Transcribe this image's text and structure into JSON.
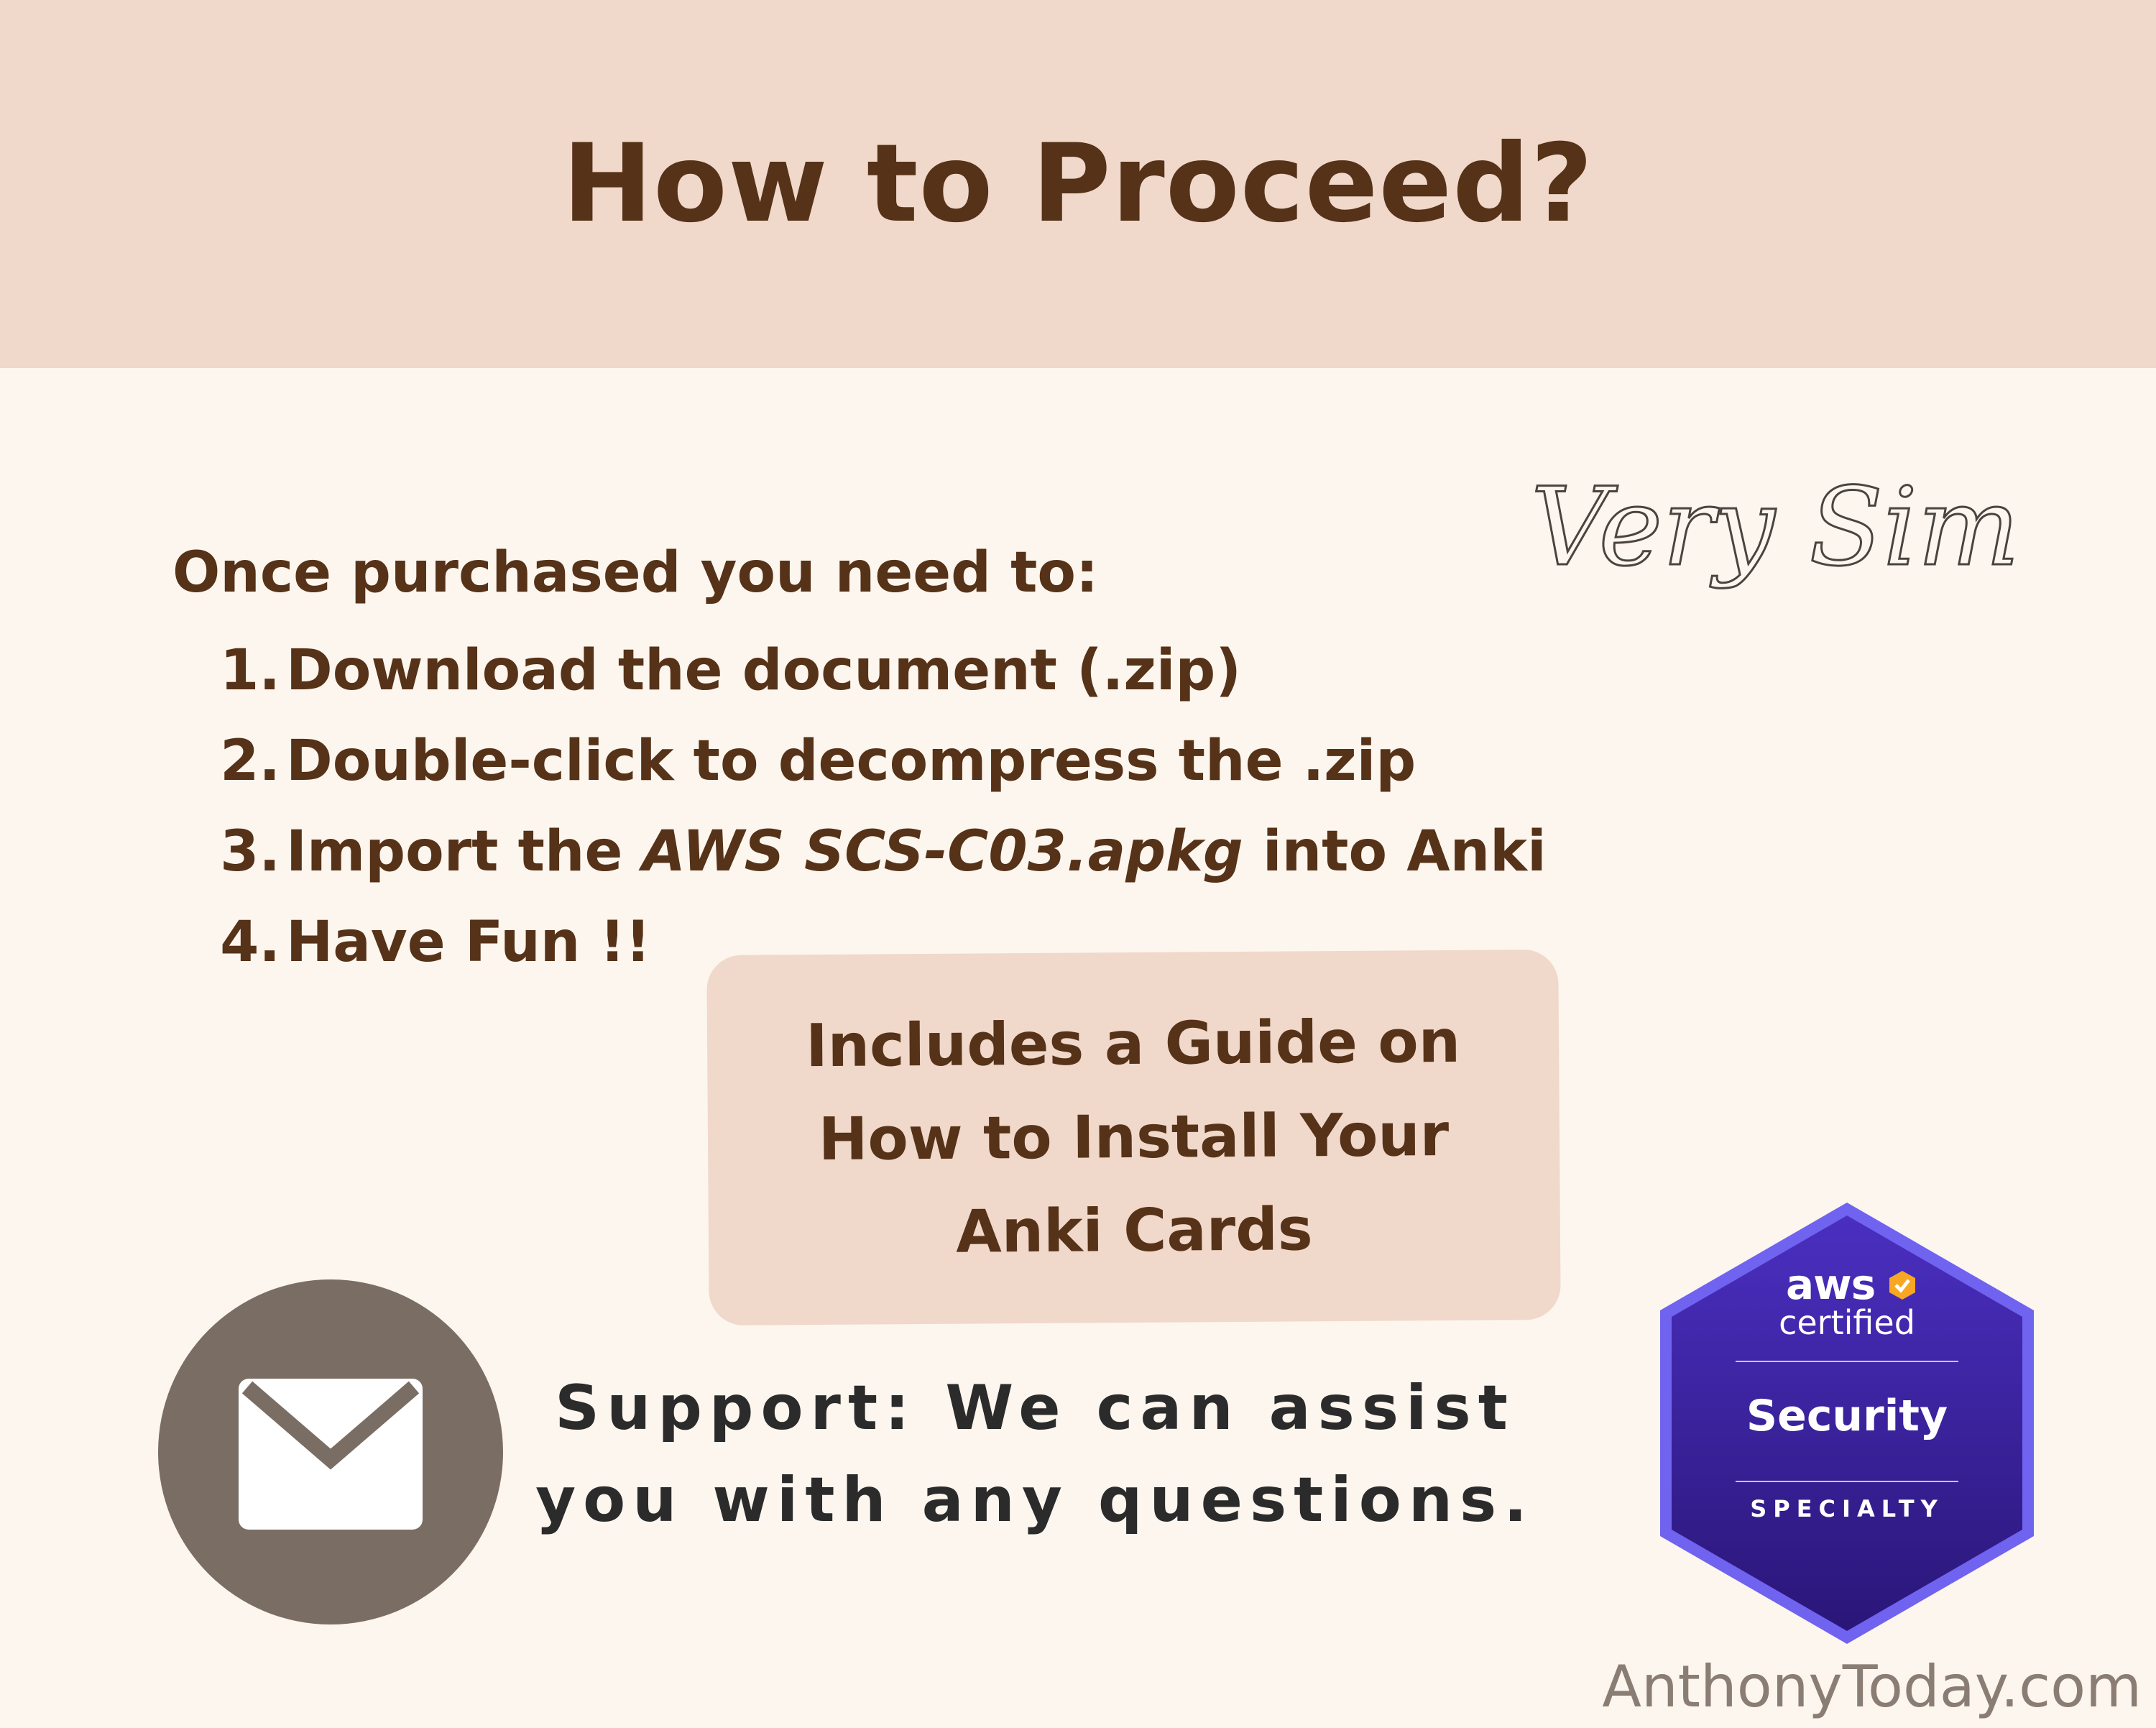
{
  "header": {
    "title": "How to Proceed?"
  },
  "script_note": "Very Simple",
  "intro": "Once purchased you need to:",
  "steps": [
    {
      "num": "1.",
      "text": "Download the document (.zip)"
    },
    {
      "num": "2.",
      "text": "Double-click to decompress the .zip"
    },
    {
      "num": "3.",
      "text_before": "Import the ",
      "text_italic": "AWS SCS-C03.apkg",
      "text_after": " into Anki"
    },
    {
      "num": "4.",
      "text": "Have Fun !!"
    }
  ],
  "guide": {
    "line1": "Includes a Guide on",
    "line2": "How to Install Your",
    "line3": "Anki Cards"
  },
  "support": {
    "line1": "Support: We can assist",
    "line2": "you with any questions."
  },
  "badge": {
    "brand": "aws",
    "certified": "certified",
    "name": "Security",
    "level": "SPECIALTY"
  },
  "footer": {
    "site": "AnthonyToday.com"
  },
  "colors": {
    "header_band": "#f0d8ca",
    "background": "#fcf6ee",
    "text_brown": "#553218",
    "mail_icon_bg": "#7a6e64",
    "badge_purple": "#3b1f9e",
    "badge_border": "#6f63f0",
    "aws_orange": "#f7a721"
  },
  "icons": [
    "envelope-icon",
    "aws-check-icon"
  ]
}
